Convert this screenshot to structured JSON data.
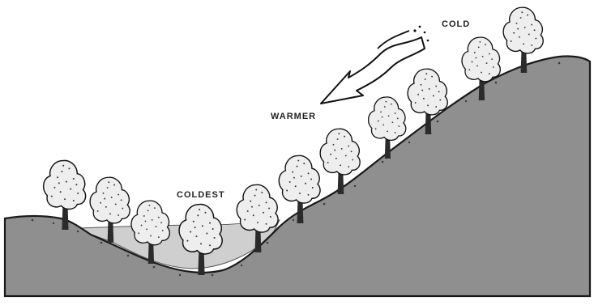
{
  "labels": {
    "cold": "COLD",
    "warmer": "WARMER",
    "coldest": "COLDEST"
  },
  "colors": {
    "hill": "#8f8f8f",
    "hill_outline": "#1a1a1a",
    "cold_pool": "#cfcfcf",
    "tree_crown": "#eeeeee",
    "trunk": "#2b2b2b",
    "arrow": "#ffffff",
    "ink": "#111111"
  },
  "icons": {
    "tree": "tree-icon",
    "arrow": "cold-air-flow-arrow-icon"
  }
}
